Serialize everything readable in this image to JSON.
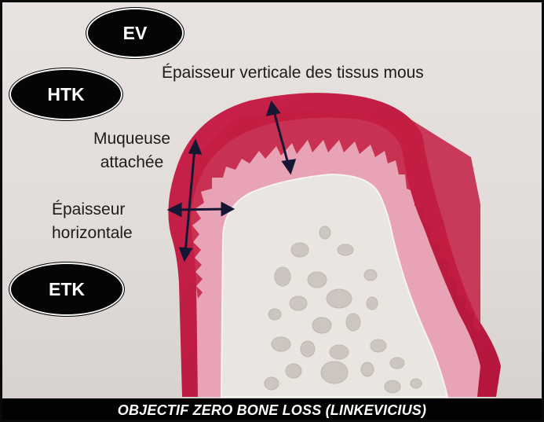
{
  "badges": {
    "ev": "EV",
    "htk": "HTK",
    "etk": "ETK"
  },
  "labels": {
    "vertical_thickness": "Épaisseur verticale des tissus mous",
    "attached_mucosa_line1": "Muqueuse",
    "attached_mucosa_line2": "attachée",
    "horizontal_thickness_line1": "Épaisseur",
    "horizontal_thickness_line2": "horizontale"
  },
  "caption": "OBJECTIF ZERO BONE LOSS (LINKEVICIUS)",
  "colors": {
    "gum": "#c31d42",
    "gum_dark": "#a3133a",
    "connective": "#e79bb0",
    "bone": "#e9e5e0",
    "bone_spots": "#cfc8c1",
    "arrow": "#141733",
    "badge_bg": "#050505",
    "badge_text": "#ffffff"
  }
}
